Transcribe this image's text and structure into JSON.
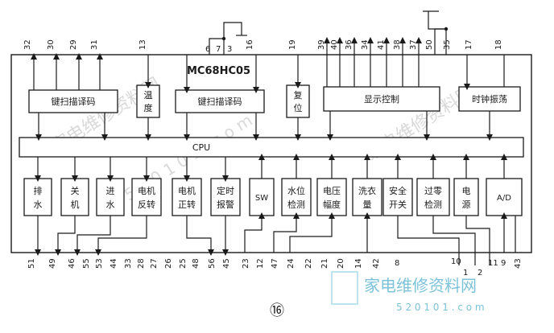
{
  "chip_title": "MC68HC05",
  "cpu_label": "CPU",
  "figure_number": "⑯",
  "watermark": {
    "brand": "家电维修资料网",
    "url": "5 2 0 1 0 1 . c o m"
  },
  "blocks": {
    "key_scan_decode_left": "键扫描译码",
    "temperature": [
      "温",
      "度"
    ],
    "key_scan_decode_right": "键扫描译码",
    "reset": [
      "复",
      "位"
    ],
    "display_control": "显示控制",
    "clock_oscillation": "时钟振荡",
    "drain": [
      "排",
      "水"
    ],
    "shutdown": [
      "关",
      "机"
    ],
    "water_inlet": [
      "进",
      "水"
    ],
    "motor_reverse": [
      "电机",
      "反转"
    ],
    "motor_forward": [
      "电机",
      "正转"
    ],
    "timer_alarm": [
      "定时",
      "报警"
    ],
    "sw": "SW",
    "water_level": [
      "水位",
      "检测"
    ],
    "voltage_amp": [
      "电压",
      "幅度"
    ],
    "wash_amount": [
      "洗衣",
      "量"
    ],
    "safety_switch": [
      "安全",
      "开关"
    ],
    "zero_cross": [
      "过零",
      "检测"
    ],
    "power_supply": [
      "电",
      "源"
    ],
    "adc": "A/D"
  },
  "pins_top": [
    "32",
    "30",
    "29",
    "31",
    "13",
    "6",
    "7",
    "3",
    "16",
    "19",
    "39",
    "40",
    "36",
    "34",
    "41",
    "38",
    "37",
    "50",
    "35",
    "17",
    "18"
  ],
  "pins_bottom": [
    "51",
    "49",
    "46",
    "55",
    "53",
    "44",
    "33",
    "28",
    "27",
    "26",
    "25",
    "48",
    "56",
    "45",
    "23",
    "12",
    "47",
    "24",
    "22",
    "21",
    "20",
    "14",
    "42",
    "8",
    "10",
    "1",
    "2",
    "11",
    "9",
    "43"
  ]
}
